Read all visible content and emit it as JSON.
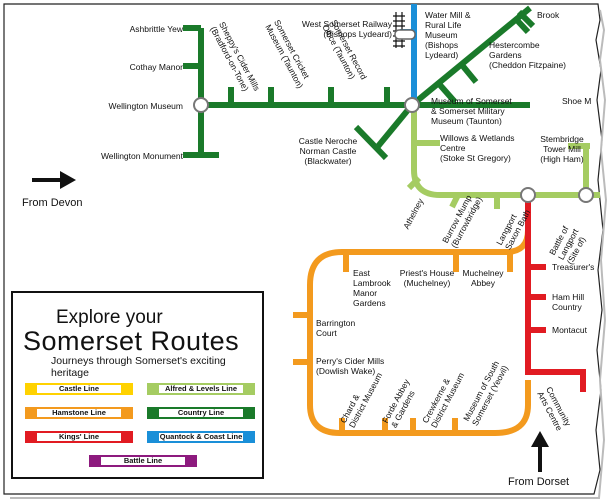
{
  "colors": {
    "country": "#1a7a2a",
    "quantock": "#1a8fd8",
    "alfred": "#a5cc62",
    "hamstone": "#f39a1e",
    "kings": "#e11b22",
    "castle": "#ffd200",
    "battle": "#8d1a7e"
  },
  "stations": {
    "ashbrittle": "Ashbrittle Yew",
    "cothay": "Cothay Manor",
    "wellington_museum": "Wellington Museum",
    "wellington_monument": "Wellington Monument",
    "sheppys": "Sheppy's Cider Mills\n(Bradford-on-Tone)",
    "somerset_cricket": "Somerset Cricket\nMuseum (Taunton)",
    "somerset_record": "Somerset Record\nOffice (Taunton)",
    "west_somerset_railway": "West Somerset Railway\n(Bishops Lydeard)",
    "water_mill": "Water Mill &\nRural Life\nMuseum\n(Bishops\nLydeard)",
    "brook": "Brook",
    "hestercombe": "Hestercombe\nGardens\n(Cheddon Fitzpaine)",
    "museum_of_somerset": "Museum of Somerset\n& Somerset Military\nMuseum (Taunton)",
    "shoe": "Shoe M",
    "castle_neroche": "Castle Neroche\nNorman Castle\n(Blackwater)",
    "willows": "Willows & Wetlands\nCentre\n(Stoke St Gregory)",
    "stembridge": "Stembridge\nTower Mill\n(High Ham)",
    "athelney": "Athelney",
    "burrow_mump": "Burrow Mump\n(Burrowbridge)",
    "langport": "Langport\nSaxon Bath",
    "battle_of_langport": "Battle of\nLangport\n(Site of)",
    "treasurers": "Treasurer's",
    "ham_hill": "Ham Hill\nCountry",
    "montacute": "Montacut",
    "east_lambrook": "East\nLambrook\nManor\nGardens",
    "priests_house": "Priest's House\n(Muchelney)",
    "muchelney_abbey": "Muchelney\nAbbey",
    "barrington": "Barrington\nCourt",
    "perrys": "Perry's Cider Mills\n(Dowlish Wake)",
    "chard": "Chard &\nDistrict Museum",
    "forde_abbey": "Forde Abbey\n& Gardens",
    "crewkerne": "Crewkerne &\nDistrict Museum",
    "south_somerset": "Museum of South\nSomerset (Yeovil)",
    "community_arts": "Community\nArts Centre"
  },
  "directions": {
    "from_devon": "From Devon",
    "from_dorset": "From Dorset"
  },
  "legend": {
    "title_line1": "Explore your",
    "title_line2": "Somerset Routes",
    "subtitle": "Journeys through Somerset's exciting heritage",
    "keys": [
      {
        "label": "Castle Line",
        "color": "#ffd200"
      },
      {
        "label": "Alfred & Levels Line",
        "color": "#a5cc62"
      },
      {
        "label": "Hamstone Line",
        "color": "#f39a1e"
      },
      {
        "label": "Country Line",
        "color": "#1a7a2a"
      },
      {
        "label": "Kings' Line",
        "color": "#e11b22"
      },
      {
        "label": "Quantock & Coast Line",
        "color": "#1a8fd8"
      },
      {
        "label": "Battle Line",
        "color": "#8d1a7e"
      }
    ]
  }
}
